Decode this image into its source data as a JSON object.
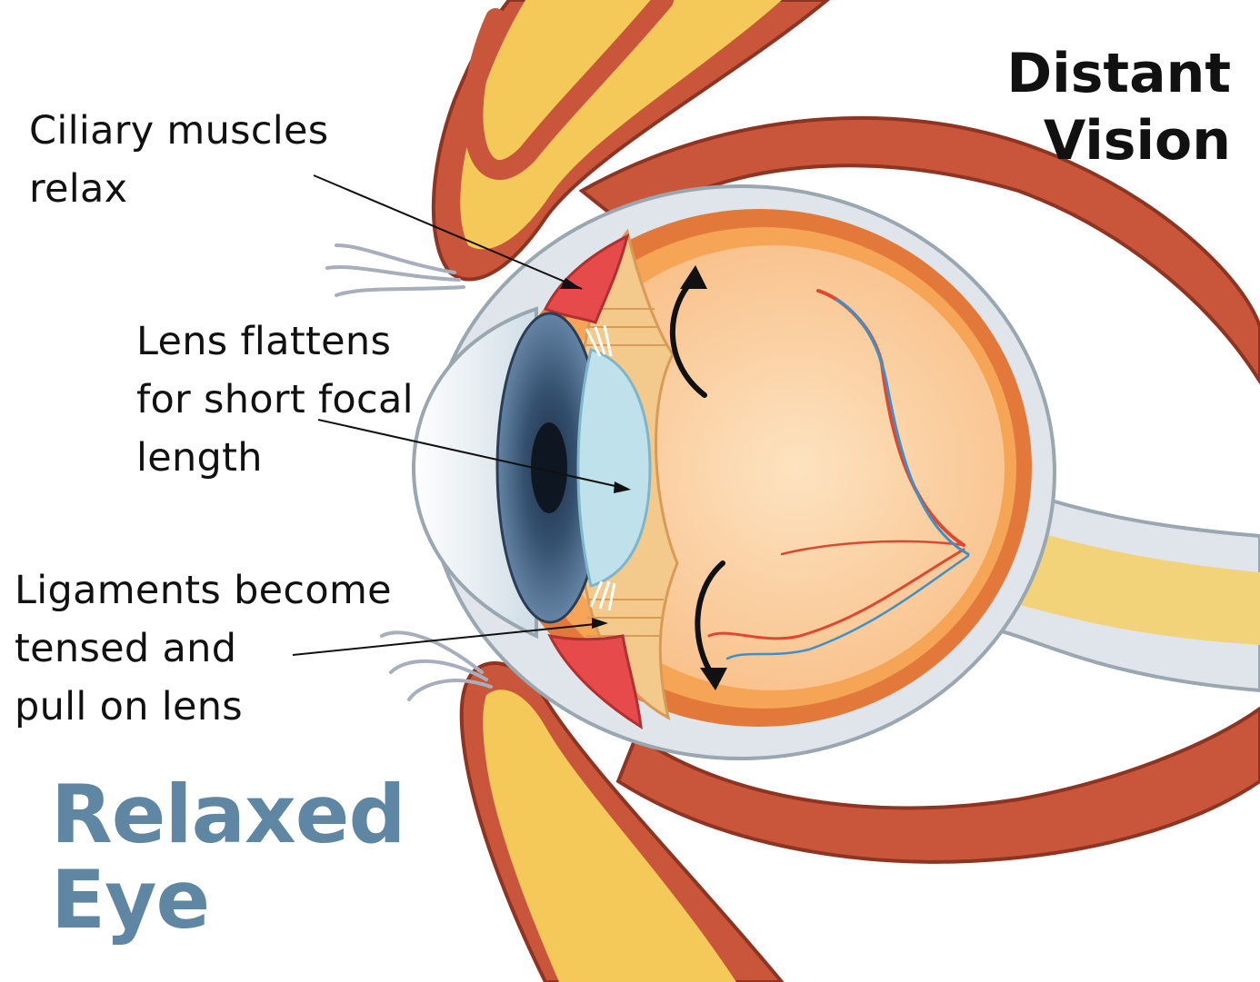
{
  "title": {
    "distant": "Distant\nVision",
    "relaxed": "Relaxed\nEye",
    "relaxed_color": "#5f86a3"
  },
  "labels": {
    "ciliary": "Ciliary muscles\nrelax",
    "lens": "Lens flattens\nfor short focal\nlength",
    "ligaments": "Ligaments become\ntensed and\npull on lens"
  },
  "colors": {
    "muscle": "#c9553a",
    "muscle_dark": "#8e3422",
    "fat": "#f4c95a",
    "fat_light": "#fbe49a",
    "sclera": "#dfe5ea",
    "choroid": "#e2793a",
    "retina": "#f6a455",
    "vitreous": "#fbd3a2",
    "iris": "#3d5878",
    "cornea": "#e9f2f7",
    "lens": "#bfe1ec",
    "ciliary_body": "#e64a4a",
    "artery": "#e0472f",
    "vein": "#3f8fc9",
    "nerve": "#f2d37a"
  },
  "icons": {
    "rotation_arrows": "curved-arrow-icon",
    "eyelashes": "eyelash-icon"
  }
}
